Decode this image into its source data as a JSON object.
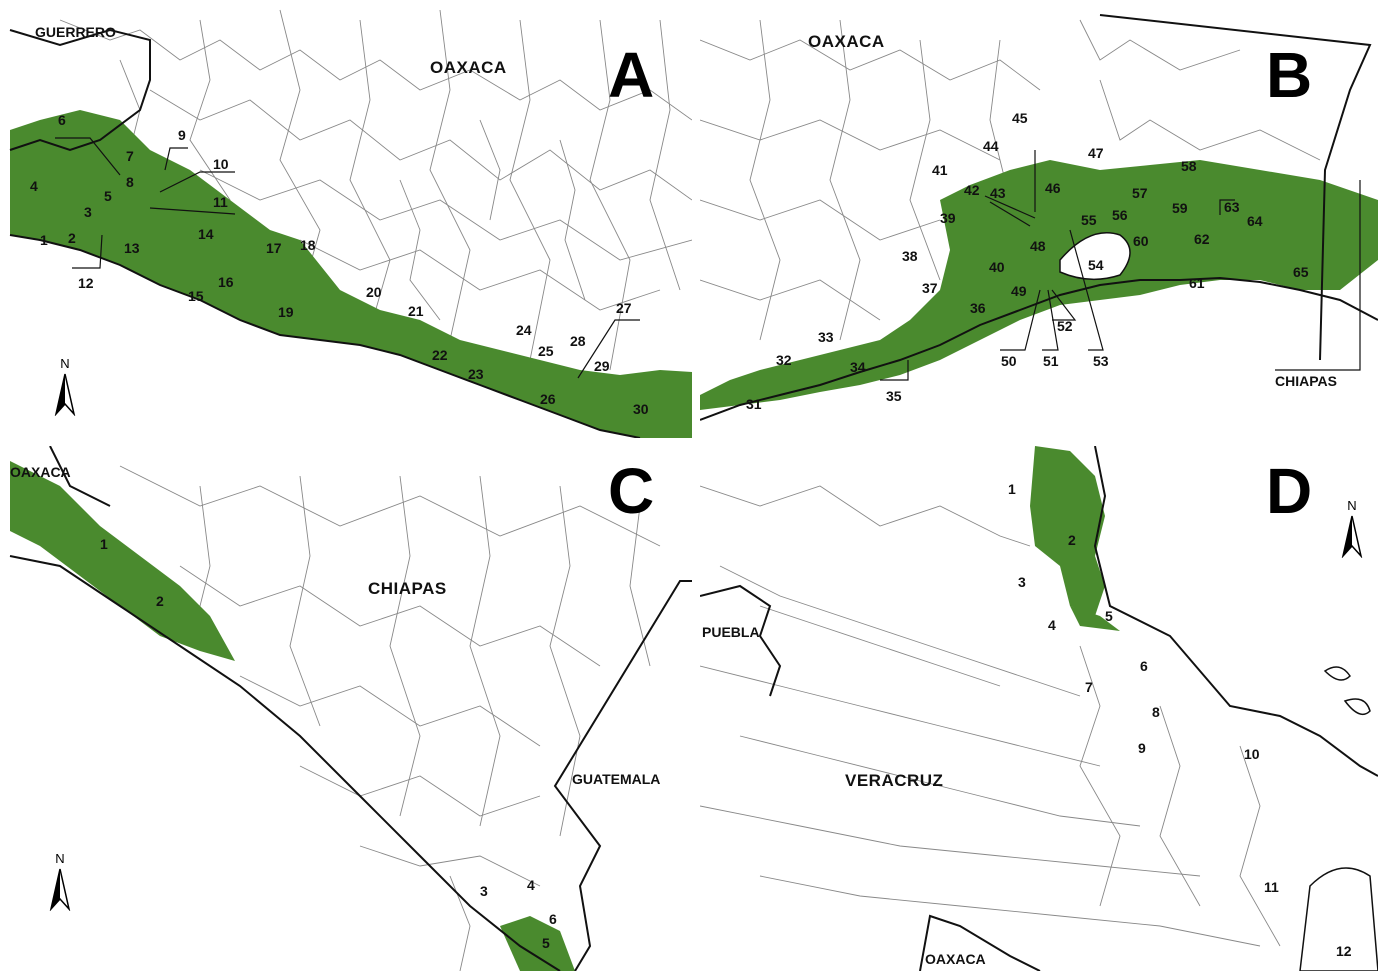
{
  "colors": {
    "highlight": "#4a8a2e",
    "lines": "#777777",
    "coast": "#111111"
  },
  "panels": {
    "A": {
      "letter": "A",
      "states": [
        "GUERRERO",
        "OAXACA"
      ],
      "labels": [
        "1",
        "2",
        "3",
        "4",
        "5",
        "6",
        "7",
        "8",
        "9",
        "10",
        "11",
        "12",
        "13",
        "14",
        "15",
        "16",
        "17",
        "18",
        "19",
        "20",
        "21",
        "22",
        "23",
        "24",
        "25",
        "26",
        "27",
        "28",
        "29",
        "30"
      ],
      "north": "N"
    },
    "B": {
      "letter": "B",
      "states": [
        "OAXACA",
        "CHIAPAS"
      ],
      "labels": [
        "31",
        "32",
        "33",
        "34",
        "35",
        "36",
        "37",
        "38",
        "39",
        "40",
        "41",
        "42",
        "43",
        "44",
        "45",
        "46",
        "47",
        "48",
        "49",
        "50",
        "51",
        "52",
        "53",
        "54",
        "55",
        "56",
        "57",
        "58",
        "59",
        "60",
        "61",
        "62",
        "63",
        "64",
        "65"
      ]
    },
    "C": {
      "letter": "C",
      "states": [
        "OAXACA",
        "CHIAPAS",
        "GUATEMALA"
      ],
      "labels": [
        "1",
        "2",
        "3",
        "4",
        "5",
        "6"
      ],
      "north": "N"
    },
    "D": {
      "letter": "D",
      "states": [
        "PUEBLA",
        "VERACRUZ",
        "OAXACA"
      ],
      "labels": [
        "1",
        "2",
        "3",
        "4",
        "5",
        "6",
        "7",
        "8",
        "9",
        "10",
        "11",
        "12"
      ],
      "north": "N"
    }
  }
}
